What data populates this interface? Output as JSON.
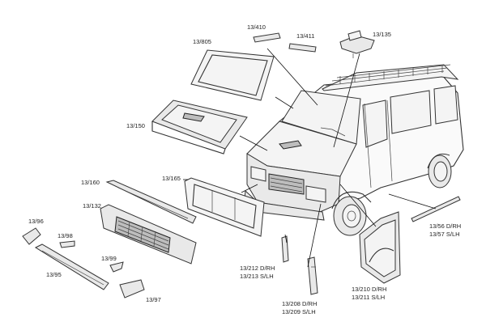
{
  "labels": {
    "rear_window_frame": "13/805",
    "roof_panel_a": "13/410",
    "roof_panel_b": "13/411",
    "roof_bracket": "13/135",
    "bonnet": "13/150",
    "front_lower_panel": "13/160",
    "front_frame": "13/165",
    "grille": "13/132",
    "corner_bracket": "13/96",
    "small_clip": "13/98",
    "bumper_bracket": "13/99",
    "bumper": "13/95",
    "bumper_end": "13/97",
    "pillar_right": "13/212 D/RH",
    "pillar_left": "13/213 S/LH",
    "support_right": "13/208 D/RH",
    "support_left": "13/209 S/LH",
    "wing_right": "13/210 D/RH",
    "wing_left": "13/211 S/LH",
    "sill_right": "13/56 D/RH",
    "sill_left": "13/57 S/LH"
  }
}
